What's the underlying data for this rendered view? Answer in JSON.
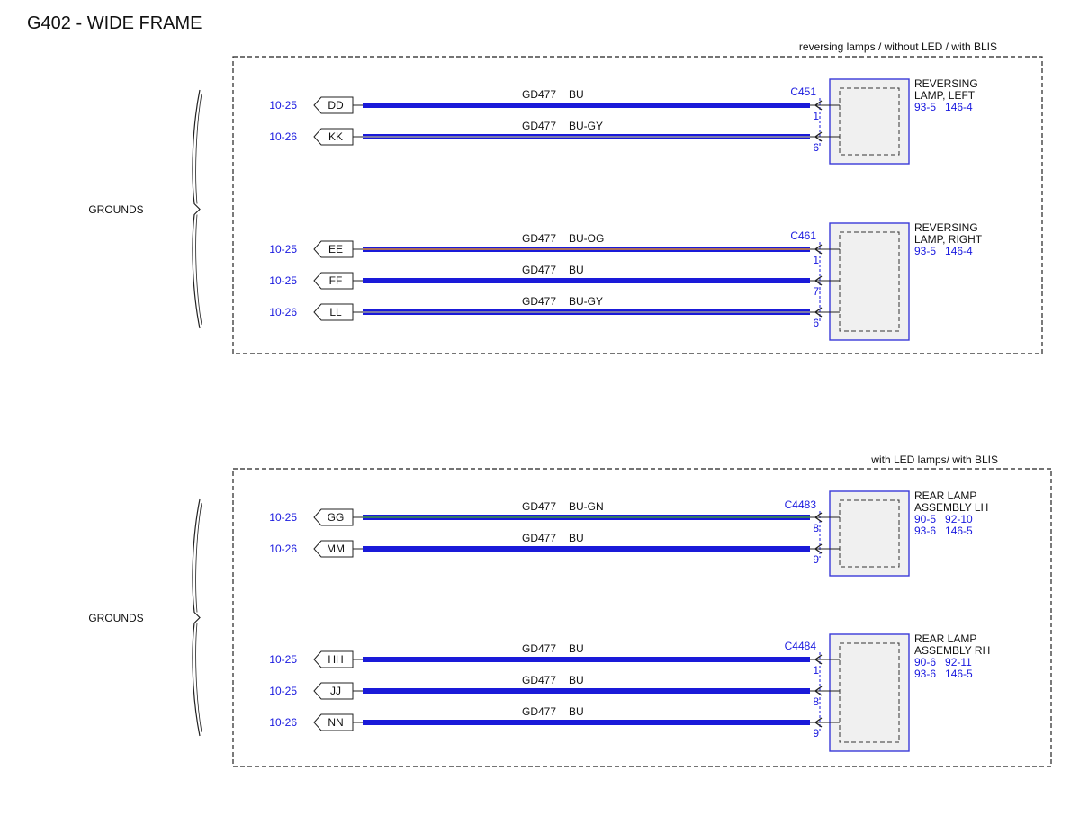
{
  "title": "G402 - WIDE FRAME",
  "colors": {
    "wire": "#1a1ad9",
    "text_blue": "#1a1adf",
    "box_border": "#3a3ad9",
    "box_fill": "#f0f0f0"
  },
  "panels": [
    {
      "condition": "reversing lamps / without LED / with BLIS",
      "left_label": "GROUNDS",
      "components": [
        {
          "connector": "C451",
          "name_lines": [
            "REVERSING",
            "LAMP, LEFT"
          ],
          "refs": [
            "93-5   146-4"
          ],
          "wires": [
            {
              "ref": "10-25",
              "flag": "DD",
              "circuit": "GD477",
              "color": "BU",
              "stripe": "",
              "pin": "1"
            },
            {
              "ref": "10-26",
              "flag": "KK",
              "circuit": "GD477",
              "color": "BU-GY",
              "stripe": "#9a9a9a",
              "pin": "6"
            }
          ]
        },
        {
          "connector": "C461",
          "name_lines": [
            "REVERSING",
            "LAMP, RIGHT"
          ],
          "refs": [
            "93-5   146-4"
          ],
          "wires": [
            {
              "ref": "10-25",
              "flag": "EE",
              "circuit": "GD477",
              "color": "BU-OG",
              "stripe": "#e08a2e",
              "pin": "1"
            },
            {
              "ref": "10-25",
              "flag": "FF",
              "circuit": "GD477",
              "color": "BU",
              "stripe": "",
              "pin": "7"
            },
            {
              "ref": "10-26",
              "flag": "LL",
              "circuit": "GD477",
              "color": "BU-GY",
              "stripe": "#9a9a9a",
              "pin": "6"
            }
          ]
        }
      ]
    },
    {
      "condition": "with LED lamps/ with BLIS",
      "left_label": "GROUNDS",
      "components": [
        {
          "connector": "C4483",
          "name_lines": [
            "REAR LAMP",
            "ASSEMBLY LH"
          ],
          "refs": [
            "90-5   92-10",
            "93-6   146-5"
          ],
          "wires": [
            {
              "ref": "10-25",
              "flag": "GG",
              "circuit": "GD477",
              "color": "BU-GN",
              "stripe": "#3c9a3c",
              "pin": "8"
            },
            {
              "ref": "10-26",
              "flag": "MM",
              "circuit": "GD477",
              "color": "BU",
              "stripe": "",
              "pin": "9"
            }
          ]
        },
        {
          "connector": "C4484",
          "name_lines": [
            "REAR LAMP",
            "ASSEMBLY RH"
          ],
          "refs": [
            "90-6   92-11",
            "93-6   146-5"
          ],
          "wires": [
            {
              "ref": "10-25",
              "flag": "HH",
              "circuit": "GD477",
              "color": "BU",
              "stripe": "",
              "pin": "1"
            },
            {
              "ref": "10-25",
              "flag": "JJ",
              "circuit": "GD477",
              "color": "BU",
              "stripe": "",
              "pin": "8"
            },
            {
              "ref": "10-26",
              "flag": "NN",
              "circuit": "GD477",
              "color": "BU",
              "stripe": "",
              "pin": "9"
            }
          ]
        }
      ]
    }
  ]
}
